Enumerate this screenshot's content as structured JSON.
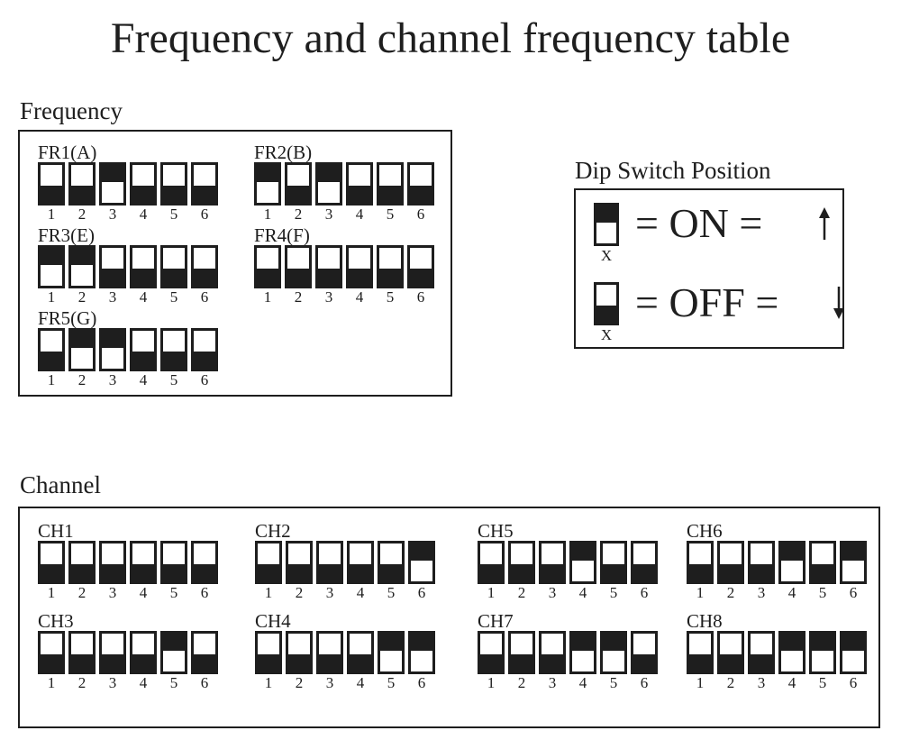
{
  "title": "Frequency and channel frequency table",
  "frequency": {
    "label": "Frequency",
    "groups": [
      {
        "label": "FR1(A)",
        "states": [
          "off",
          "off",
          "on",
          "off",
          "off",
          "off"
        ]
      },
      {
        "label": "FR2(B)",
        "states": [
          "on",
          "off",
          "on",
          "off",
          "off",
          "off"
        ]
      },
      {
        "label": "FR3(E)",
        "states": [
          "on",
          "on",
          "off",
          "off",
          "off",
          "off"
        ]
      },
      {
        "label": "FR4(F)",
        "states": [
          "off",
          "off",
          "off",
          "off",
          "off",
          "off"
        ]
      },
      {
        "label": "FR5(G)",
        "states": [
          "off",
          "on",
          "on",
          "off",
          "off",
          "off"
        ]
      }
    ]
  },
  "channel": {
    "label": "Channel",
    "groups": [
      {
        "label": "CH1",
        "states": [
          "off",
          "off",
          "off",
          "off",
          "off",
          "off"
        ]
      },
      {
        "label": "CH2",
        "states": [
          "off",
          "off",
          "off",
          "off",
          "off",
          "on"
        ]
      },
      {
        "label": "CH5",
        "states": [
          "off",
          "off",
          "off",
          "on",
          "off",
          "off"
        ]
      },
      {
        "label": "CH6",
        "states": [
          "off",
          "off",
          "off",
          "on",
          "off",
          "on"
        ]
      },
      {
        "label": "CH3",
        "states": [
          "off",
          "off",
          "off",
          "off",
          "on",
          "off"
        ]
      },
      {
        "label": "CH4",
        "states": [
          "off",
          "off",
          "off",
          "off",
          "on",
          "on"
        ]
      },
      {
        "label": "CH7",
        "states": [
          "off",
          "off",
          "off",
          "on",
          "on",
          "off"
        ]
      },
      {
        "label": "CH8",
        "states": [
          "off",
          "off",
          "off",
          "on",
          "on",
          "on"
        ]
      }
    ]
  },
  "switch_numbers": [
    "1",
    "2",
    "3",
    "4",
    "5",
    "6"
  ],
  "legend": {
    "title": "Dip Switch Position",
    "on_text": "= ON =",
    "off_text": "= OFF =",
    "switch_label": "X",
    "on_arrow_icon": "arrow-up-icon",
    "off_arrow_icon": "arrow-down-icon"
  },
  "colors": {
    "ink": "#1e1e1e",
    "background": "#ffffff"
  }
}
